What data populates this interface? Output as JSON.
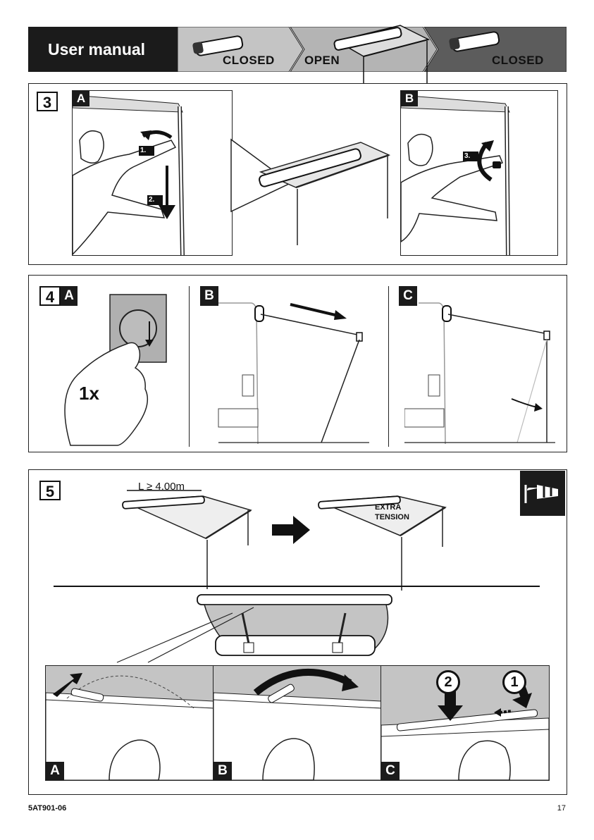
{
  "header": {
    "title": "User manual",
    "stages": [
      "CLOSED",
      "OPEN",
      "CLOSED"
    ]
  },
  "step3": {
    "number": "3",
    "panel_a": {
      "letter": "A",
      "tag_1": "1.",
      "tag_2": "2."
    },
    "panel_b": {
      "letter": "B",
      "tag_3": "3."
    }
  },
  "step4": {
    "number": "4",
    "panel_a": {
      "letter": "A",
      "press_count": "1x"
    },
    "panel_b": {
      "letter": "B"
    },
    "panel_c": {
      "letter": "C"
    }
  },
  "step5": {
    "number": "5",
    "length_label": "L ≥ 4.00m",
    "tension_label_1": "EXTRA",
    "tension_label_2": "TENSION",
    "panel_a": {
      "letter": "A"
    },
    "panel_b": {
      "letter": "B"
    },
    "panel_c": {
      "letter": "C",
      "marker_1": "1",
      "marker_2": "2"
    }
  },
  "footer": {
    "code": "5AT901-06",
    "page": "17"
  },
  "colors": {
    "dark": "#1b1b1b",
    "light_grey": "#c4c4c4",
    "mid_grey": "#b0b0b0",
    "dark_grey": "#5c5c5c"
  }
}
